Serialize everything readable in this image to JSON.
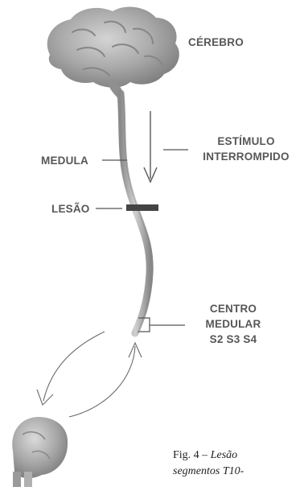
{
  "labels": {
    "brain": "CÉREBRO",
    "spinal_cord": "MEDULA",
    "stimulus_line1": "ESTÍMULO",
    "stimulus_line2": "INTERROMPIDO",
    "lesion": "LESÃO",
    "center_line1": "CENTRO",
    "center_line2": "MEDULAR",
    "center_line3": "S2 S3 S4"
  },
  "caption": {
    "line1_prefix": "Fig. 4 – ",
    "line1_italic": "Lesão ",
    "line2_italic": "segmentos T10-"
  },
  "colors": {
    "label": "#575757",
    "lesion_bar": "#444444",
    "brain": "#9a9a9a",
    "arrow": "#6a6a6a"
  }
}
